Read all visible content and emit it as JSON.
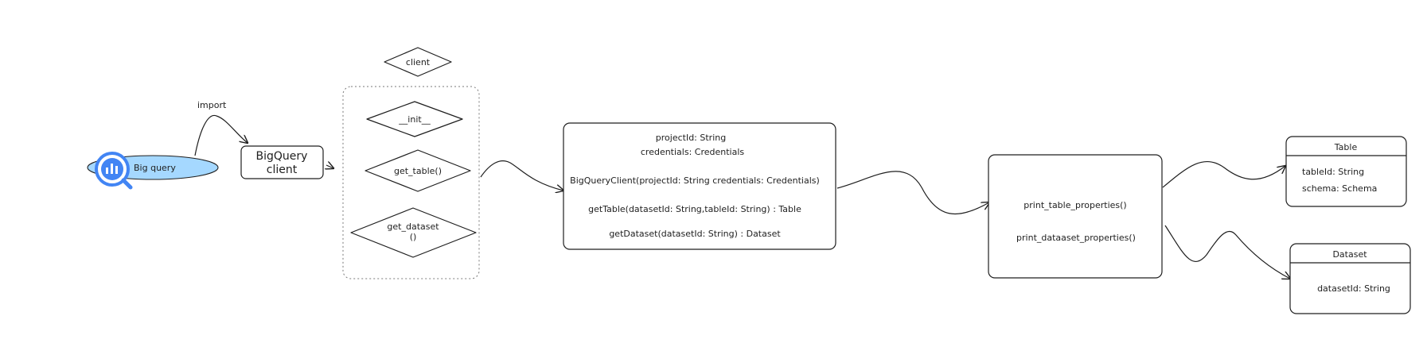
{
  "bigquery_node": {
    "label": "Big query",
    "color": "#a5d8ff",
    "icon": "bigquery-icon"
  },
  "import_label": "import",
  "bigquery_client": {
    "line1": "BigQuery",
    "line2": "client"
  },
  "client_node": {
    "label": "client"
  },
  "methods": {
    "init": "__init__",
    "get_table": "get_table()",
    "get_dataset_line1": "get_dataset",
    "get_dataset_line2": "()"
  },
  "class_box": {
    "field1": "projectId: String",
    "field2": "credentials: Credentials",
    "ctor": "BigQueryClient(projectId: String credentials: Credentials)",
    "m1": "getTable(datasetId: String,tableId: String) : Table",
    "m2": "getDataset(datasetId: String) : Dataset"
  },
  "print_box": {
    "m1": "print_table_properties()",
    "m2": "print_dataaset_properties()"
  },
  "table_box": {
    "title": "Table",
    "f1": "tableId: String",
    "f2": "schema: Schema"
  },
  "dataset_box": {
    "title": "Dataset",
    "f1": "datasetId: String"
  },
  "colors": {
    "stroke": "#1e1e1e",
    "icon_blue": "#4285f4"
  }
}
